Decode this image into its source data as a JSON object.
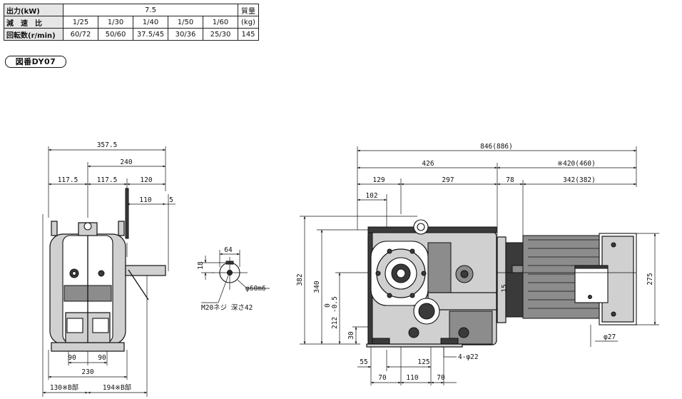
{
  "spec_table": {
    "rows": [
      {
        "header": "出力(kW)",
        "cells": [
          "7.5"
        ],
        "unit_header": "質量"
      },
      {
        "header": "減　速　比",
        "cells": [
          "1/25",
          "1/30",
          "1/40",
          "1/50",
          "1/60"
        ],
        "unit_header": "(kg)"
      },
      {
        "header": "回転数(r/min)",
        "cells": [
          "60/72",
          "50/60",
          "37.5/45",
          "30/36",
          "25/30"
        ],
        "unit_header": "145"
      }
    ]
  },
  "drawing_id": "図番DY07",
  "front_view": {
    "dims": {
      "d357": "357.5",
      "d240": "240",
      "d117a": "117.5",
      "d117b": "117.5",
      "d120": "120",
      "d110": "110",
      "d5": "5",
      "d90a": "90",
      "d90b": "90",
      "d230": "230",
      "d130": "130※B部",
      "d194": "194※B部"
    }
  },
  "shaft_view": {
    "dims": {
      "d64": "64",
      "d18": "18",
      "dia60": "φ60m6",
      "m20": "M20ネジ 深さ42"
    }
  },
  "side_view": {
    "dims": {
      "d846": "846(886)",
      "d426": "426",
      "d420": "※420(460)",
      "d129": "129",
      "d297": "297",
      "d78": "78",
      "d342": "342(382)",
      "d102": "102",
      "d382": "382",
      "d340": "340",
      "d212": "212 -0.5",
      "d212tol": "0",
      "d30": "30",
      "d15": "15",
      "d275": "275",
      "dia27": "φ27",
      "holes": "4-φ22",
      "d55": "55",
      "d125": "125",
      "d70a": "70",
      "d110": "110",
      "d70b": "70"
    }
  }
}
